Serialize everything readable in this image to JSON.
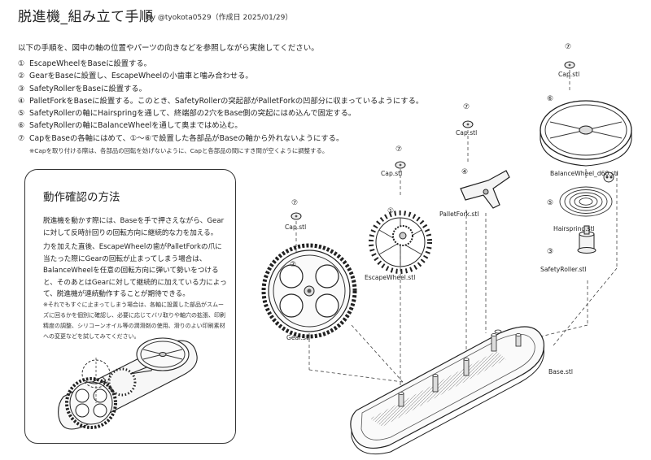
{
  "header": {
    "title": "脱進機_組み立て手順",
    "byline": "by @tyokota0529（作成日 2025/01/29）"
  },
  "intro": "以下の手順を、図中の軸の位置やパーツの向きなどを参照しながら実施してください。",
  "steps": [
    {
      "num": "①",
      "text": "EscapeWheelをBaseに設置する。"
    },
    {
      "num": "②",
      "text": "GearをBaseに設置し、EscapeWheelの小歯車と噛み合わせる。"
    },
    {
      "num": "③",
      "text": "SafetyRollerをBaseに設置する。"
    },
    {
      "num": "④",
      "text": "PalletForkをBaseに設置する。このとき、SafetyRollerの突起部がPalletForkの凹部分に収まっているようにする。"
    },
    {
      "num": "⑤",
      "text": "SafetyRollerの軸にHairspringを通して、終端部の2穴をBase側の突起にはめ込んで固定する。"
    },
    {
      "num": "⑥",
      "text": "SafetyRollerの軸にBalanceWheelを通して奥まではめ込む。"
    },
    {
      "num": "⑦",
      "text": "CapをBaseの各軸にはめて、①〜⑥で設置した各部品がBaseの軸から外れないようにする。"
    }
  ],
  "note": "※Capを取り付ける際は、各部品の回転を妨げないように、Capと各部品の間にすき間が空くように調整する。",
  "check": {
    "title": "動作確認の方法",
    "para1": "脱進機を動かす際には、Baseを手で押さえながら、Gearに対して反時計回りの回転方向に継続的な力を加える。",
    "para2": "力を加えた直後、EscapeWheelの歯がPalletForkの爪に当たった際にGearの回転が止まってしまう場合は、BalanceWheelを任意の回転方向に弾いて勢いをつけると、そのあとはGearに対して継続的に加えている力によって、脱進機が連続動作することが期待できる。",
    "para3": "※それでもすぐに止まってしまう場合は、各軸に設置した部品がスムーズに回るかを個別に確認し、必要に応じてバリ取りや軸穴の拡張、印刷精度の調整、シリコーンオイル等の潤滑剤の使用、滑りのよい印刷素材への変更などを試してみてください。"
  },
  "parts": [
    {
      "num": "⑦",
      "label": "Cap.stl"
    },
    {
      "num": "⑦",
      "label": "Cap.stl"
    },
    {
      "num": "⑦",
      "label": "Cap.stl"
    },
    {
      "num": "⑦",
      "label": "Cap.stl"
    },
    {
      "num": "⑥",
      "label": "BalanceWheel_d60.stl"
    },
    {
      "num": "④",
      "label": "PalletFork.stl"
    },
    {
      "num": "⑤",
      "label": "Hairspring.stl"
    },
    {
      "num": "①",
      "label": "EscapeWheel.stl"
    },
    {
      "num": "③",
      "label": "SafetyRoller.stl"
    },
    {
      "num": "②",
      "label": "Gear.stl"
    },
    {
      "label": "Base.stl"
    }
  ]
}
